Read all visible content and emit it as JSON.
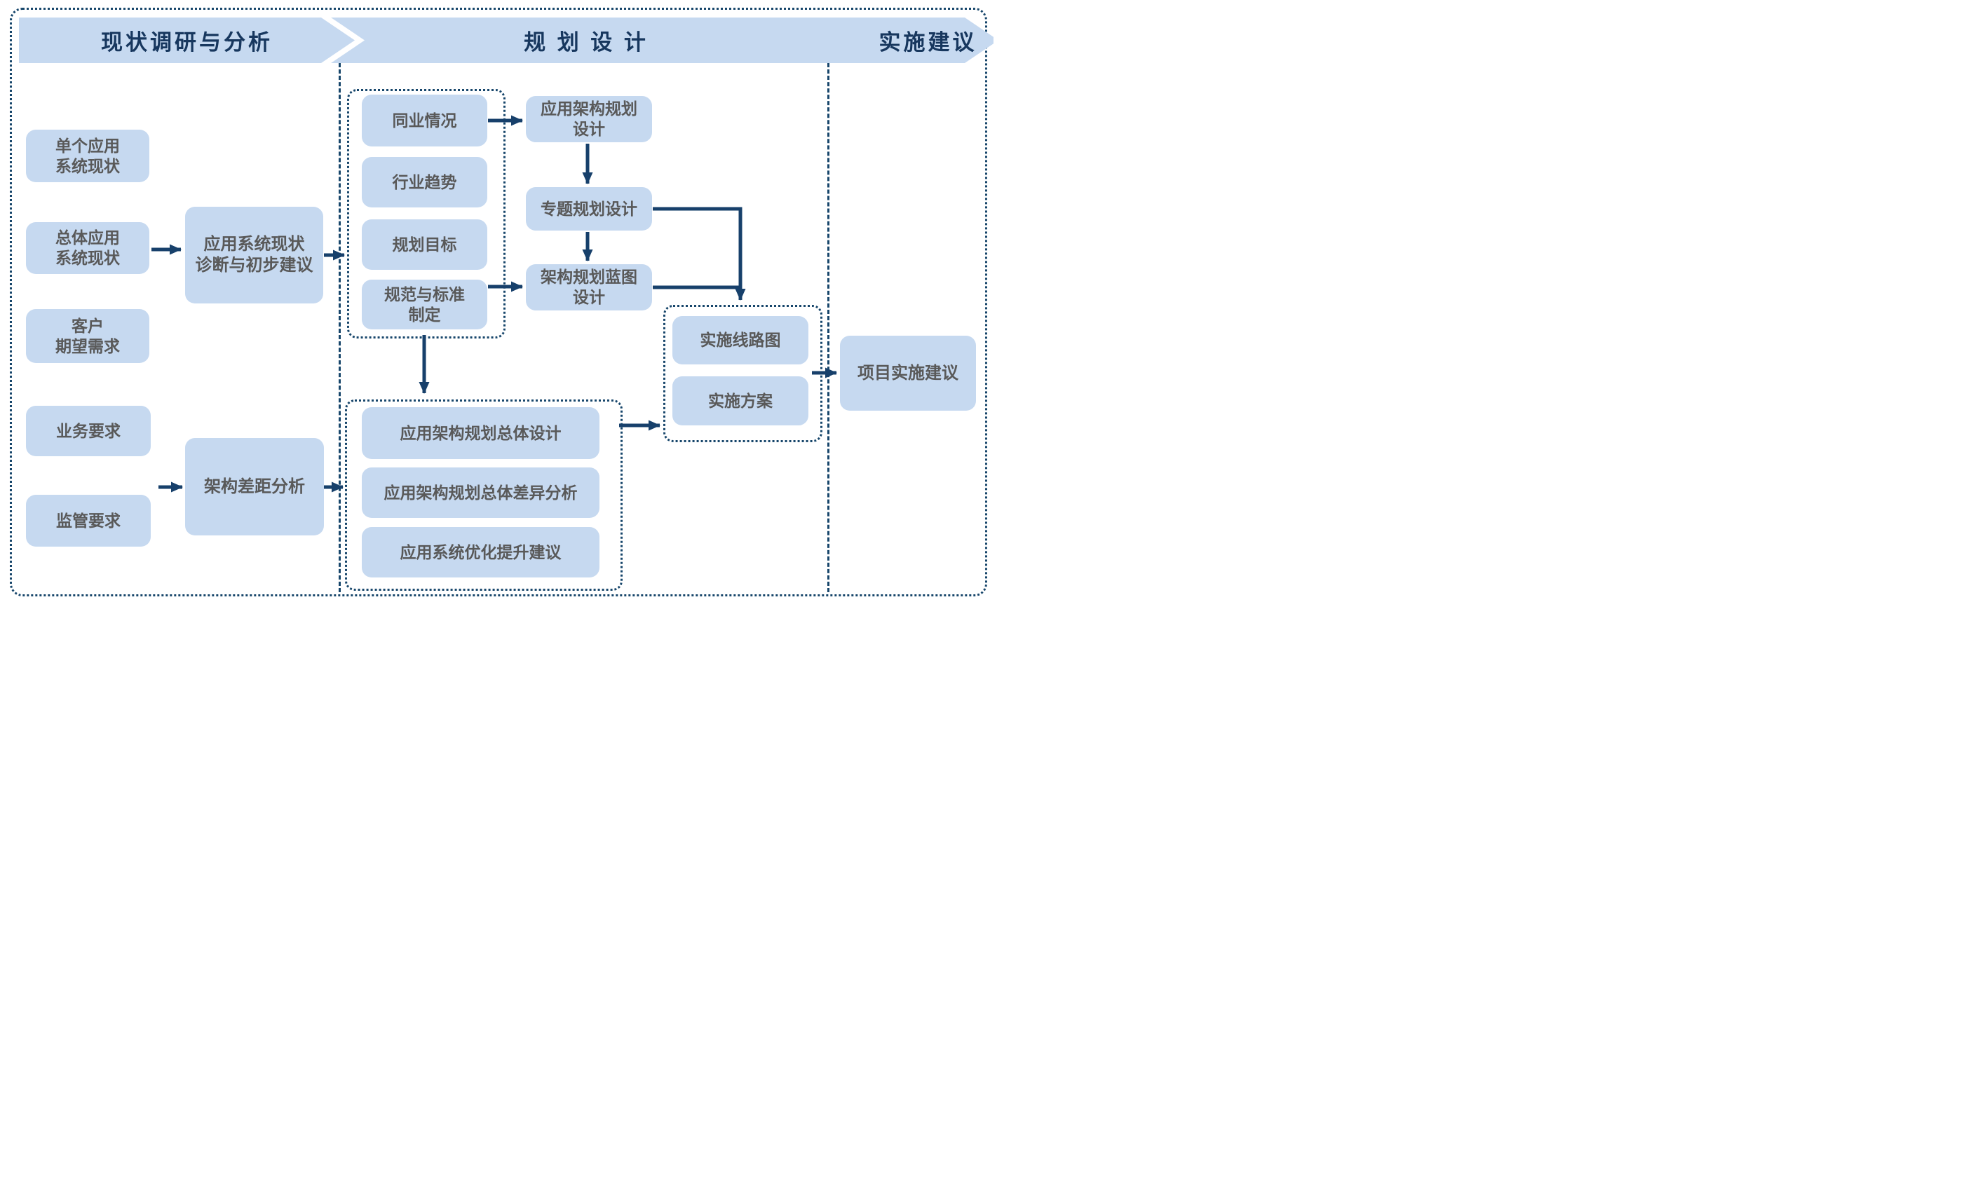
{
  "banners": {
    "phase1": "现状调研与分析",
    "phase2": "规 划 设 计",
    "phase3": "实施建议"
  },
  "phase1": {
    "single_app": "单个应用\n系统现状",
    "overall_app": "总体应用\n系统现状",
    "customer_needs": "客户\n期望需求",
    "business_req": "业务要求",
    "regulatory_req": "监管要求",
    "diagnosis": "应用系统现状\n诊断与初步建议",
    "gap_analysis": "架构差距分析"
  },
  "phase2": {
    "research_items": [
      "同业情况",
      "行业趋势",
      "规划目标",
      "规范与标准\n制定"
    ],
    "app_arch_design": "应用架构规划\n设计",
    "special_design": "专题规划设计",
    "blueprint_design": "架构规划蓝图\n设计",
    "overall_items": [
      "应用架构规划总体设计",
      "应用架构规划总体差异分析",
      "应用系统优化提升建议"
    ]
  },
  "phase3": {
    "impl_items": [
      "实施线路图",
      "实施方案"
    ],
    "project_impl": "项目实施建议"
  },
  "colors": {
    "box_fill": "#C6D9F0",
    "connector": "#17406B",
    "banner_text": "#17375E",
    "box_text": "#595959"
  }
}
